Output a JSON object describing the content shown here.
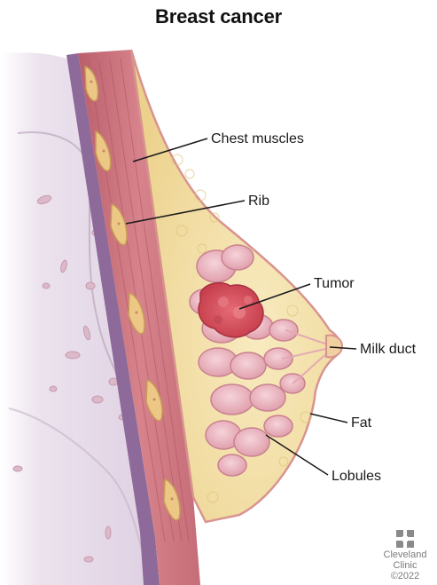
{
  "title": "Breast cancer",
  "labels": {
    "chest_muscles": "Chest muscles",
    "rib": "Rib",
    "tumor": "Tumor",
    "milk_duct": "Milk duct",
    "fat": "Fat",
    "lobules": "Lobules"
  },
  "brand": {
    "line1": "Cleveland",
    "line2": "Clinic",
    "year": "©2022"
  },
  "colors": {
    "torso": "#e7dce9",
    "muscle": "#c9707a",
    "fat": "#f1dfa6",
    "lobule": "#e9b2bd",
    "tumor": "#d9535f"
  }
}
